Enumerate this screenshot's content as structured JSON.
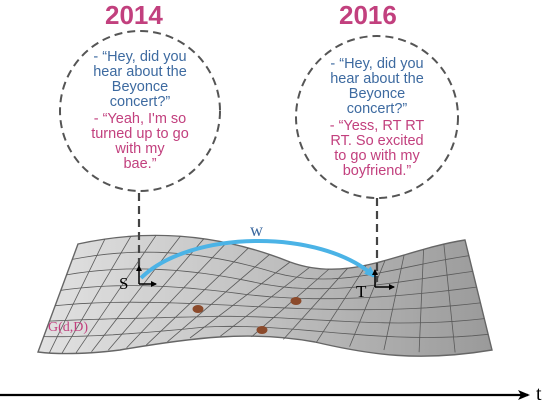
{
  "years": {
    "left": "2014",
    "right": "2016"
  },
  "left_bubble": {
    "question_lines": [
      "- “Hey, did you",
      "hear about the",
      "Beyonce",
      "concert?”"
    ],
    "answer_lines": [
      "- “Yeah, I'm so",
      "turned up to go",
      "with my",
      "bae.”"
    ]
  },
  "right_bubble": {
    "question_lines": [
      "- “Hey, did you",
      "hear about the",
      "Beyonce",
      "concert?”"
    ],
    "answer_lines": [
      "- “Yess, RT RT",
      "RT.  So excited",
      "to go with my",
      "boyfriend.”"
    ]
  },
  "labels": {
    "source_point": "S",
    "target_point": "T",
    "mapping": "w",
    "manifold": "G(d,D)",
    "time_axis": "t"
  },
  "colors": {
    "year": "#c2407e",
    "question_text": "#3d6aa0",
    "answer_text": "#c2407e",
    "arc": "#4bb3e6",
    "manifold_dots": "#8b4a2b",
    "manifold_label": "#c2407e"
  }
}
